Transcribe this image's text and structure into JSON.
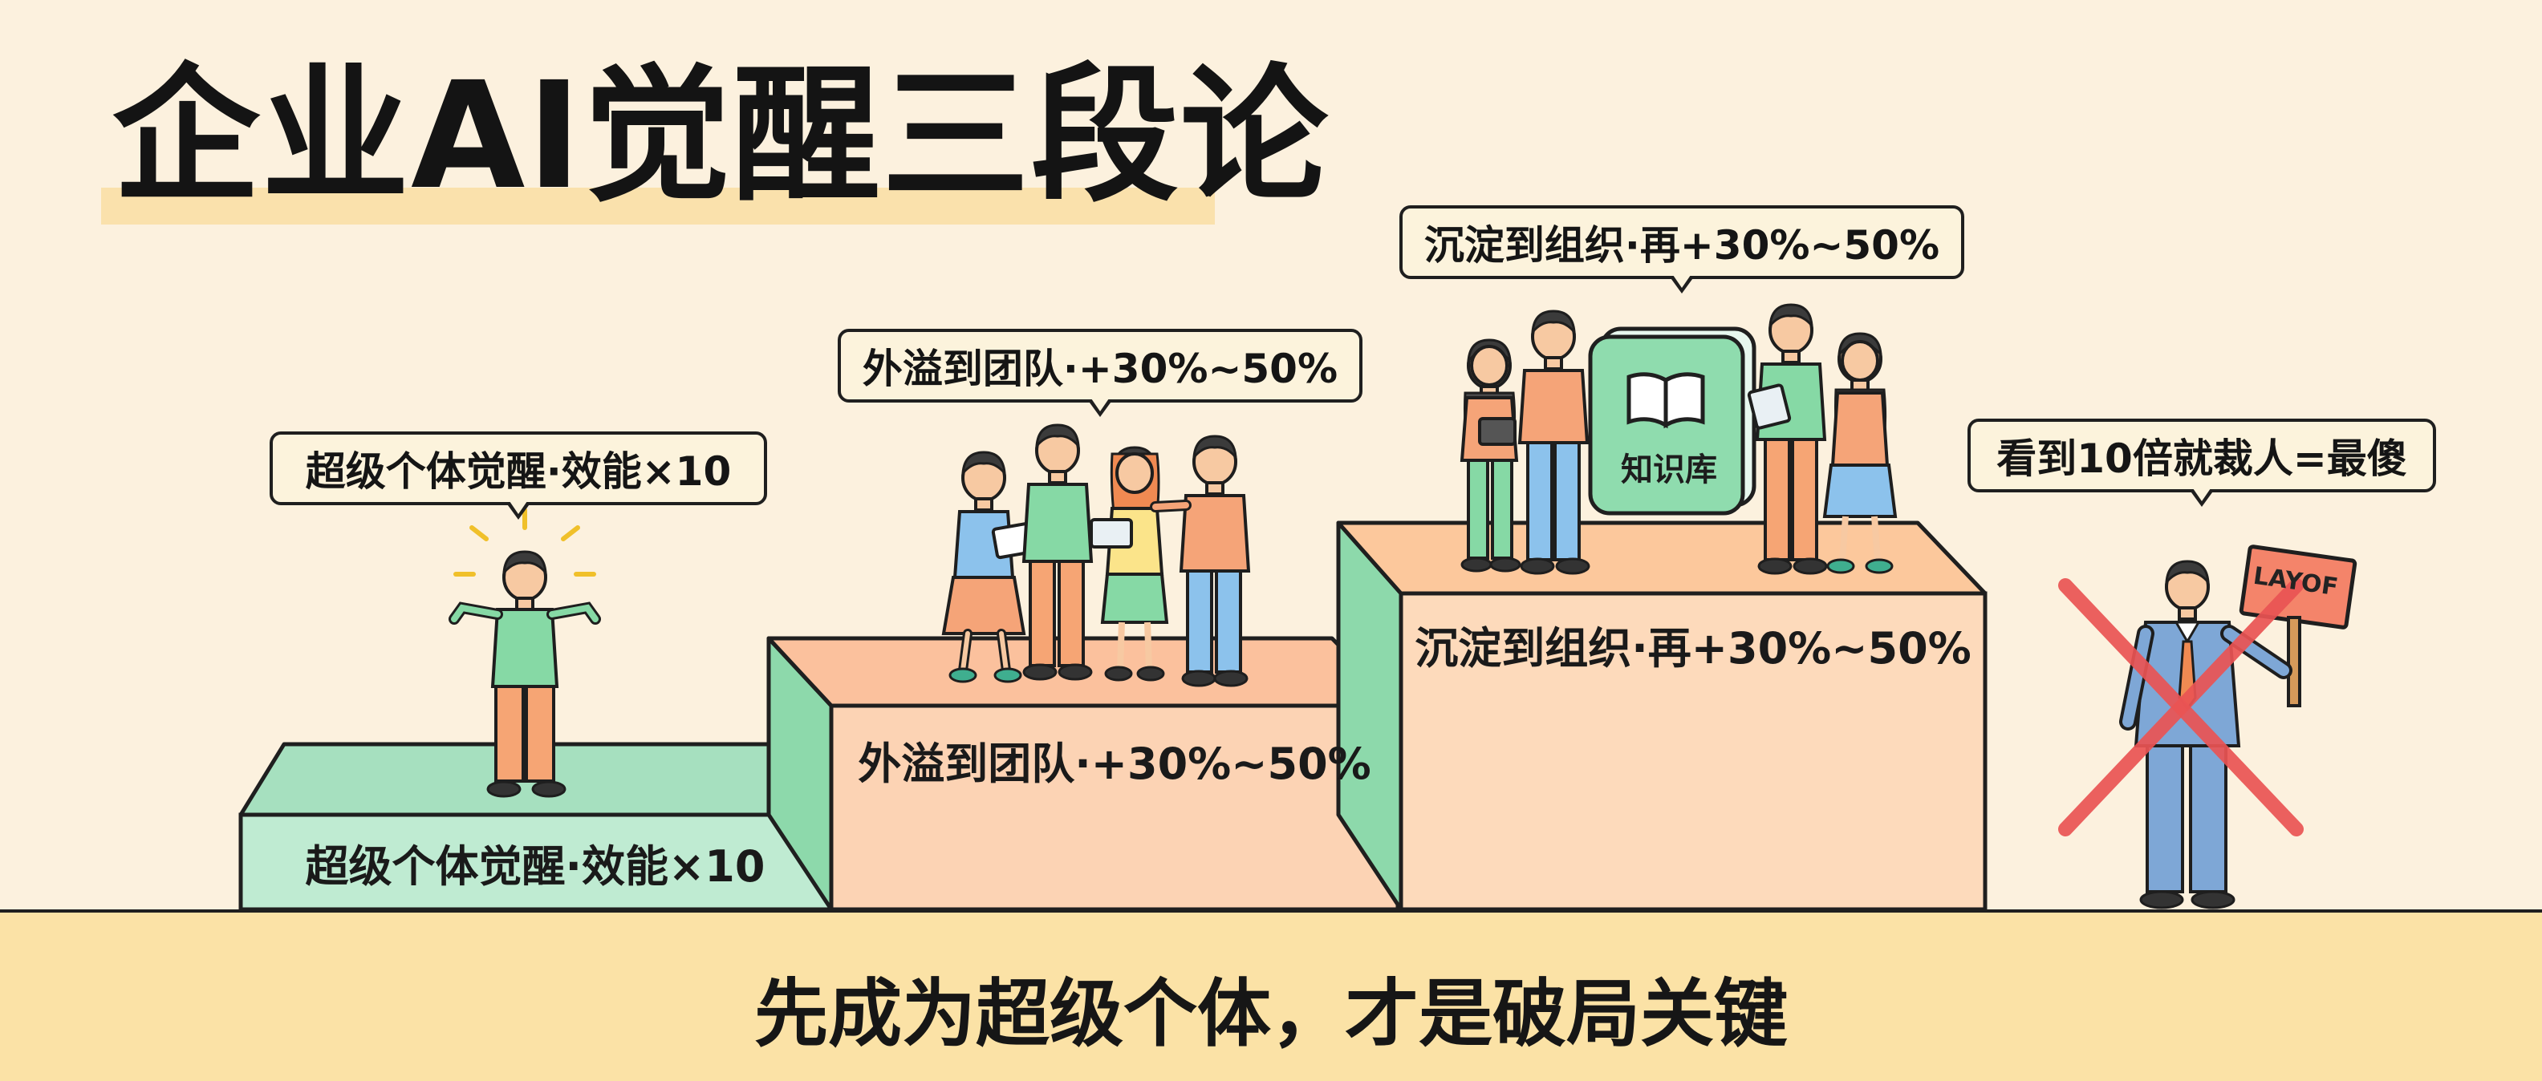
{
  "title": "企业AI觉醒三段论",
  "stages": [
    {
      "bubble": "超级个体觉醒·效能×10",
      "step_label": "超级个体觉醒·效能×10"
    },
    {
      "bubble": "外溢到团队·+30%~50%",
      "step_label": "外溢到团队·+30%~50%"
    },
    {
      "bubble": "沉淀到组织·再+30%~50%",
      "step_label": "沉淀到组织·再+30%~50%"
    }
  ],
  "knowledge_base": "知识库",
  "warning_bubble": "看到10倍就裁人=最傻",
  "layoff_sign": "LAYOF",
  "banner": "先成为超级个体，才是破局关键",
  "colors": {
    "background": "#fcf1de",
    "step1": "#bfebd2",
    "step2": "#fcd3b4",
    "step3": "#fddabb",
    "step_side": "#8dd9ab",
    "banner": "#fbe2a6",
    "cross": "#ea5454"
  }
}
